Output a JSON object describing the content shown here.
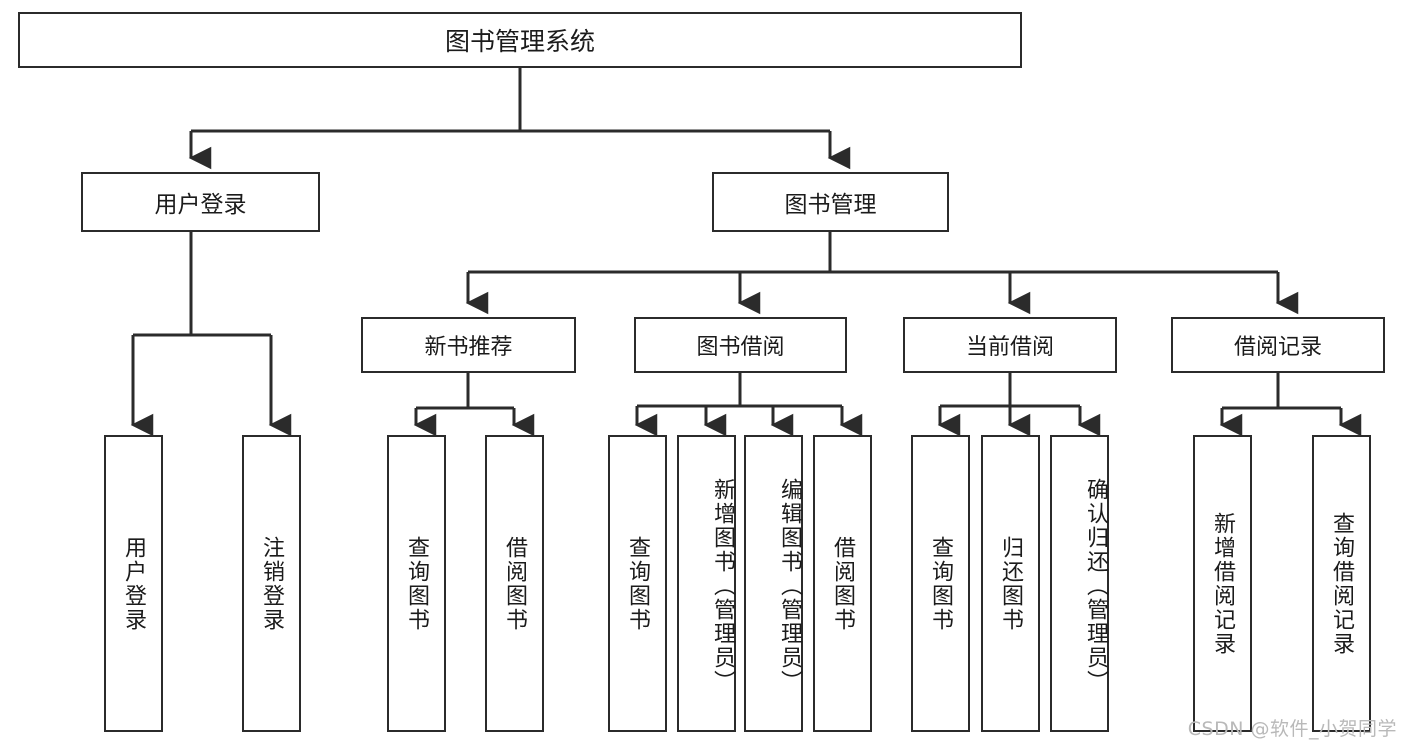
{
  "diagram": {
    "title": "图书管理系统",
    "watermark": "CSDN @软件_小贺同学",
    "line_color": "#2b2b2b",
    "box_fill": "#ffffff",
    "text_color": "#1b1b1b",
    "watermark_color": "#b9b9b9"
  },
  "nodes": {
    "root": {
      "label": "图书管理系统"
    },
    "level2": [
      {
        "label": "用户登录"
      },
      {
        "label": "图书管理"
      }
    ],
    "level3": [
      {
        "label": "新书推荐"
      },
      {
        "label": "图书借阅"
      },
      {
        "label": "当前借阅"
      },
      {
        "label": "借阅记录"
      }
    ],
    "leaves": {
      "user_login": [
        {
          "label": "用户登录"
        },
        {
          "label": "注销登录"
        }
      ],
      "new_book_recommend": [
        {
          "label": "查询图书"
        },
        {
          "label": "借阅图书"
        }
      ],
      "book_borrow": [
        {
          "label": "查询图书"
        },
        {
          "label": "新增图书（管理员）"
        },
        {
          "label": "编辑图书（管理员）"
        },
        {
          "label": "借阅图书"
        }
      ],
      "current_borrow": [
        {
          "label": "查询图书"
        },
        {
          "label": "归还图书"
        },
        {
          "label": "确认归还（管理员）"
        }
      ],
      "borrow_record": [
        {
          "label": "新增借阅记录"
        },
        {
          "label": "查询借阅记录"
        }
      ]
    }
  }
}
